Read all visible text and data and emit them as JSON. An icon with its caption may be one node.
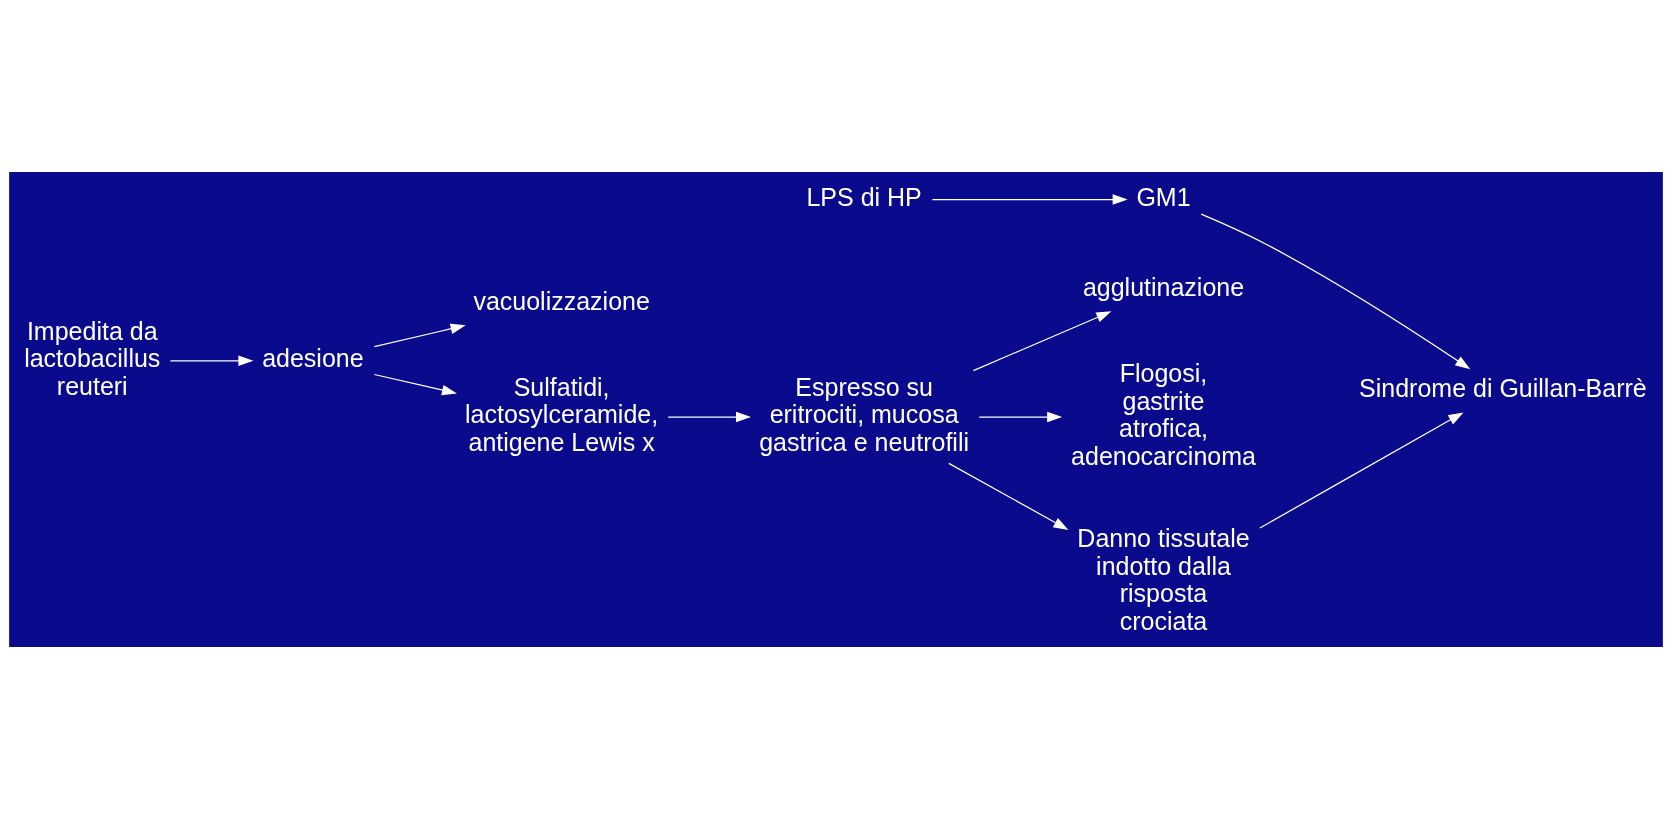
{
  "diagram": {
    "nodes": [
      {
        "text": [
          "adesione"
        ]
      },
      {
        "text": [
          "vacuolizzazione"
        ]
      },
      {
        "text": [
          "agglutinazione"
        ]
      },
      {
        "text": [
          "Impedita da lactobacillus reuteri"
        ]
      },
      {
        "text": [
          "Sulfatidi, lactosylceramide, antigene Lewis x"
        ]
      },
      {
        "text": [
          "Espresso su eritrociti, mucosa gastrica e neutrofili"
        ]
      },
      {
        "text": [
          "LPS di HP"
        ]
      },
      {
        "text": [
          "GM1"
        ]
      },
      {
        "text": [
          "Flogosi, gastrite atrofica, adenocarcinoma"
        ]
      },
      {
        "text": [
          "Danno tissutale indotto dalla risposta crociata"
        ]
      },
      {
        "text": [
          "Sindrome di Guillan-Barrè"
        ]
      }
    ],
    "edges": [
      {
        "from": 3,
        "to": 0,
        "arrow": "to"
      },
      {
        "from": 0,
        "to": 1,
        "arrow": "to"
      },
      {
        "from": 0,
        "to": 4,
        "arrow": "to"
      },
      {
        "from": 4,
        "to": 5,
        "arrow": "to"
      },
      {
        "from": 5,
        "to": 2,
        "arrow": "to"
      },
      {
        "from": 5,
        "to": 8,
        "arrow": "to"
      },
      {
        "from": 5,
        "to": 9,
        "arrow": "to"
      },
      {
        "from": 6,
        "to": 7,
        "arrow": "to"
      },
      {
        "from": 7,
        "to": 10,
        "arrow": "to"
      },
      {
        "from": 9,
        "to": 10,
        "arrow": "to"
      }
    ]
  }
}
